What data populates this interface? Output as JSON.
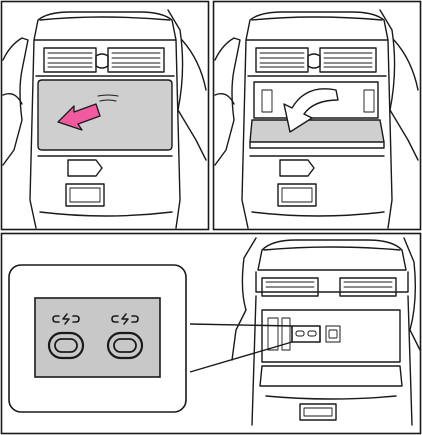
{
  "figure": {
    "panels": [
      {
        "id": "panel-top-left",
        "description_icon": "push-arrow-icon"
      },
      {
        "id": "panel-top-right",
        "description_icon": "curved-down-arrow-icon"
      },
      {
        "id": "panel-bottom",
        "description_icon": "usb-c-charging-icon"
      }
    ],
    "colors": {
      "line": "#1a1a1a",
      "lid_fill": "#cfcfcf",
      "port_panel_fill": "#c8c8c8",
      "arrow_fill": "#f25aa0",
      "background": "#ffffff"
    },
    "callout": {
      "ports": [
        {
          "icon": "usb-c-charging-icon"
        },
        {
          "icon": "usb-c-charging-icon"
        }
      ]
    }
  }
}
